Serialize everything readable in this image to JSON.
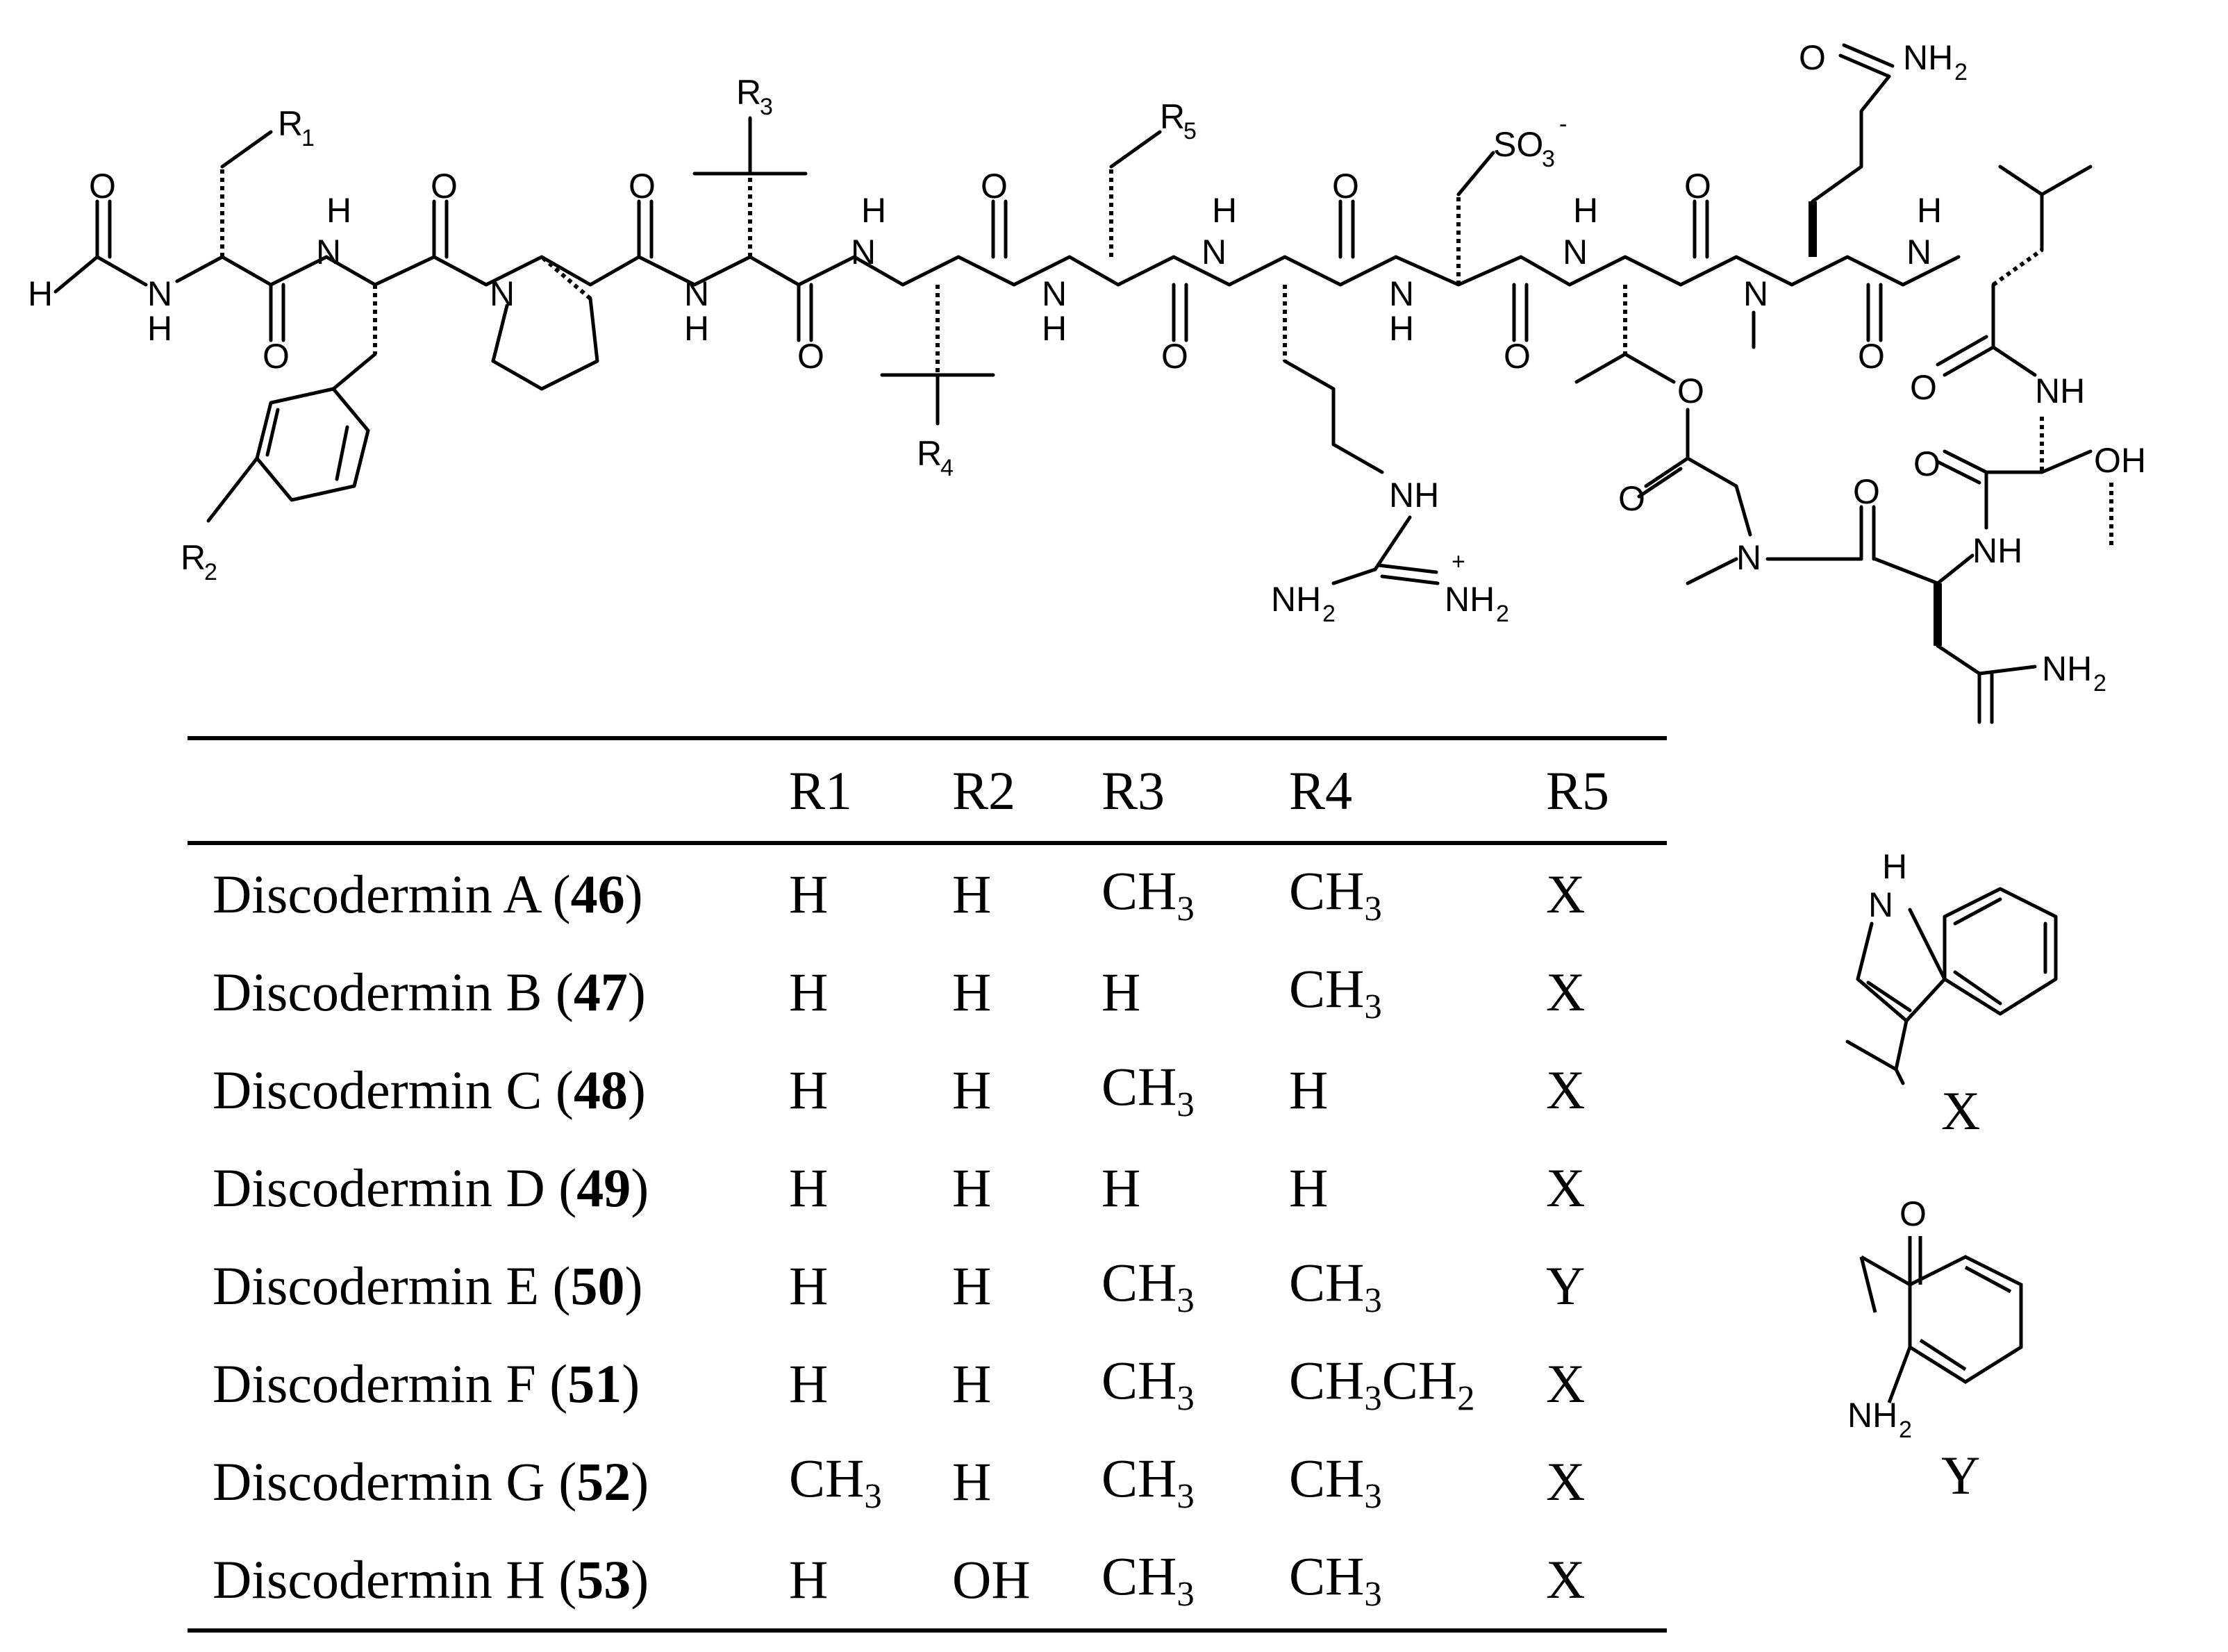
{
  "structure": {
    "labels": {
      "H": "H",
      "O": "O",
      "N": "N",
      "NH": "NH",
      "HN": "HN",
      "H2": "H",
      "R1": "R",
      "R1sub": "1",
      "R2": "R",
      "R2sub": "2",
      "R3": "R",
      "R3sub": "3",
      "R4": "R",
      "R4sub": "4",
      "R5": "R",
      "R5sub": "5",
      "SO3": "SO",
      "SO3sub": "3",
      "SO3sup": "-",
      "NH2": "NH",
      "NH2sub": "2",
      "plus": "+",
      "OH": "OH"
    }
  },
  "table": {
    "headers": [
      "",
      "R1",
      "R2",
      "R3",
      "R4",
      "R5"
    ],
    "rows": [
      {
        "name": "Discodermin A (",
        "num": "46",
        "close": ")",
        "r1": "H",
        "r2": "H",
        "r3": "CH3",
        "r4": "CH3",
        "r5": "X"
      },
      {
        "name": "Discodermin B (",
        "num": "47",
        "close": ")",
        "r1": "H",
        "r2": "H",
        "r3": "H",
        "r4": "CH3",
        "r5": "X"
      },
      {
        "name": "Discodermin C (",
        "num": "48",
        "close": ")",
        "r1": "H",
        "r2": "H",
        "r3": "CH3",
        "r4": "H",
        "r5": "X"
      },
      {
        "name": "Discodermin D (",
        "num": "49",
        "close": ")",
        "r1": "H",
        "r2": "H",
        "r3": "H",
        "r4": "H",
        "r5": "X"
      },
      {
        "name": "Discodermin E (",
        "num": "50",
        "close": ")",
        "r1": "H",
        "r2": "H",
        "r3": "CH3",
        "r4": "CH3",
        "r5": "Y"
      },
      {
        "name": "Discodermin F (",
        "num": "51",
        "close": ")",
        "r1": "H",
        "r2": "H",
        "r3": "CH3",
        "r4": "CH3CH2",
        "r5": "X"
      },
      {
        "name": "Discodermin G (",
        "num": "52",
        "close": ")",
        "r1": "CH3",
        "r2": "H",
        "r3": "CH3",
        "r4": "CH3",
        "r5": "X"
      },
      {
        "name": "Discodermin H (",
        "num": "53",
        "close": ")",
        "r1": "H",
        "r2": "OH",
        "r3": "CH3",
        "r4": "CH3",
        "r5": "X"
      }
    ]
  },
  "substituents": {
    "X": {
      "label": "X",
      "nh": "N",
      "nh_h": "H"
    },
    "Y": {
      "label": "Y",
      "o": "O",
      "nh2": "NH",
      "nh2sub": "2"
    }
  }
}
